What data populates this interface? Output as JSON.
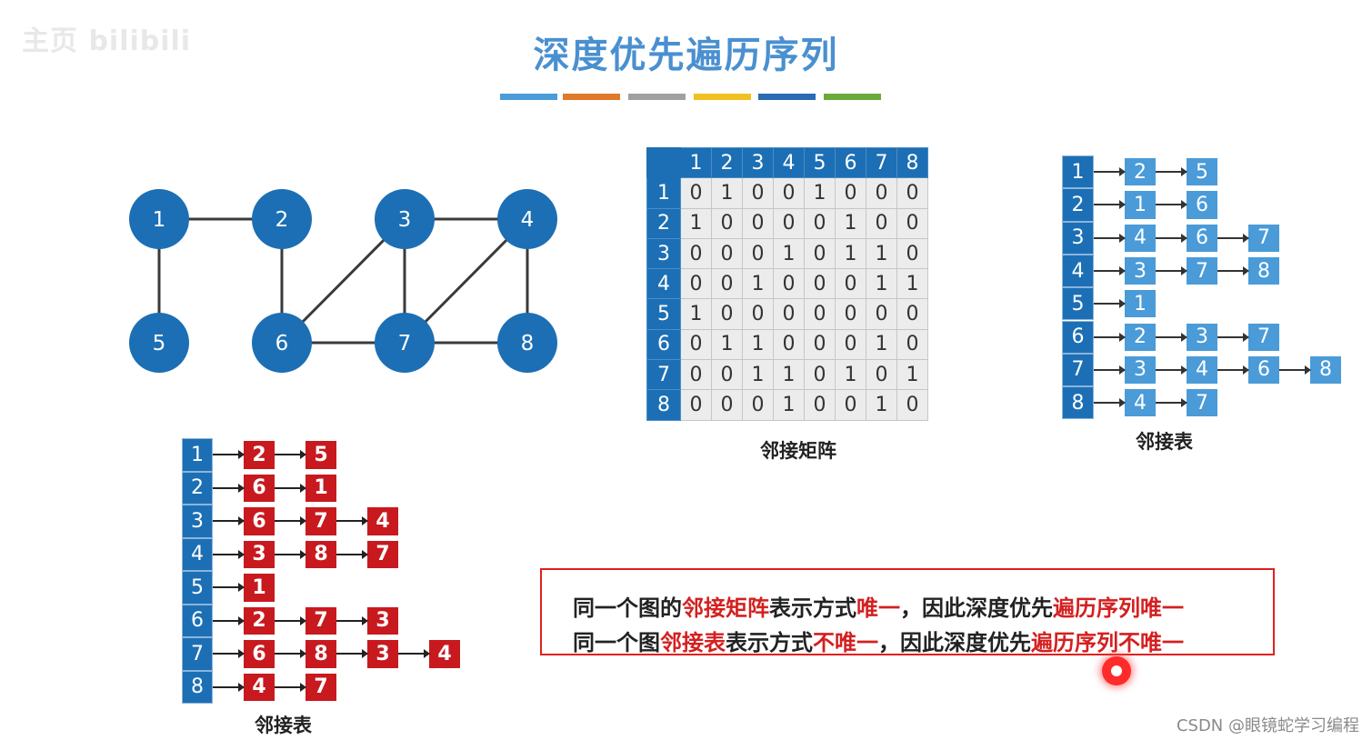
{
  "watermark": "主页 bilibili",
  "title": "深度优先遍历序列",
  "color_bars": [
    "#4a9bd8",
    "#e07a2a",
    "#a0a0a0",
    "#f0c020",
    "#2a6ab4",
    "#6aaa3a"
  ],
  "graph": {
    "nodes": [
      "1",
      "2",
      "3",
      "4",
      "5",
      "6",
      "7",
      "8"
    ],
    "edges": [
      [
        "1",
        "2"
      ],
      [
        "1",
        "5"
      ],
      [
        "2",
        "6"
      ],
      [
        "3",
        "4"
      ],
      [
        "3",
        "6"
      ],
      [
        "3",
        "7"
      ],
      [
        "4",
        "7"
      ],
      [
        "4",
        "8"
      ],
      [
        "6",
        "7"
      ],
      [
        "7",
        "8"
      ]
    ],
    "node_color": "#1c6fb4"
  },
  "matrix": {
    "header": [
      "1",
      "2",
      "3",
      "4",
      "5",
      "6",
      "7",
      "8"
    ],
    "rows": [
      [
        "0",
        "1",
        "0",
        "0",
        "1",
        "0",
        "0",
        "0"
      ],
      [
        "1",
        "0",
        "0",
        "0",
        "0",
        "1",
        "0",
        "0"
      ],
      [
        "0",
        "0",
        "0",
        "1",
        "0",
        "1",
        "1",
        "0"
      ],
      [
        "0",
        "0",
        "1",
        "0",
        "0",
        "0",
        "1",
        "1"
      ],
      [
        "1",
        "0",
        "0",
        "0",
        "0",
        "0",
        "0",
        "0"
      ],
      [
        "0",
        "1",
        "1",
        "0",
        "0",
        "0",
        "1",
        "0"
      ],
      [
        "0",
        "0",
        "1",
        "1",
        "0",
        "1",
        "0",
        "1"
      ],
      [
        "0",
        "0",
        "0",
        "1",
        "0",
        "0",
        "1",
        "0"
      ]
    ],
    "caption": "邻接矩阵"
  },
  "adj_blue": {
    "caption": "邻接表",
    "rows": [
      {
        "head": "1",
        "items": [
          "2",
          "5"
        ]
      },
      {
        "head": "2",
        "items": [
          "1",
          "6"
        ]
      },
      {
        "head": "3",
        "items": [
          "4",
          "6",
          "7"
        ]
      },
      {
        "head": "4",
        "items": [
          "3",
          "7",
          "8"
        ]
      },
      {
        "head": "5",
        "items": [
          "1"
        ]
      },
      {
        "head": "6",
        "items": [
          "2",
          "3",
          "7"
        ]
      },
      {
        "head": "7",
        "items": [
          "3",
          "4",
          "6",
          "8"
        ]
      },
      {
        "head": "8",
        "items": [
          "4",
          "7"
        ]
      }
    ]
  },
  "adj_red": {
    "caption": "邻接表",
    "rows": [
      {
        "head": "1",
        "items": [
          "2",
          "5"
        ]
      },
      {
        "head": "2",
        "items": [
          "6",
          "1"
        ]
      },
      {
        "head": "3",
        "items": [
          "6",
          "7",
          "4"
        ]
      },
      {
        "head": "4",
        "items": [
          "3",
          "8",
          "7"
        ]
      },
      {
        "head": "5",
        "items": [
          "1"
        ]
      },
      {
        "head": "6",
        "items": [
          "2",
          "7",
          "3"
        ]
      },
      {
        "head": "7",
        "items": [
          "6",
          "8",
          "3",
          "4"
        ]
      },
      {
        "head": "8",
        "items": [
          "4",
          "7"
        ]
      }
    ]
  },
  "note": {
    "line1": [
      {
        "t": "同一个图的",
        "red": false
      },
      {
        "t": "邻接矩阵",
        "red": true
      },
      {
        "t": "表示方式",
        "red": false
      },
      {
        "t": "唯一",
        "red": true
      },
      {
        "t": "，因此深度优先",
        "red": false
      },
      {
        "t": "遍历序列唯一",
        "red": true
      }
    ],
    "line2": [
      {
        "t": "同一个图",
        "red": false
      },
      {
        "t": "邻接表",
        "red": true
      },
      {
        "t": "表示方式",
        "red": false
      },
      {
        "t": "不唯一",
        "red": true
      },
      {
        "t": "，因此深度优先",
        "red": false
      },
      {
        "t": "遍历序列不唯一",
        "red": true
      }
    ]
  },
  "credit": "CSDN @眼镜蛇学习编程"
}
